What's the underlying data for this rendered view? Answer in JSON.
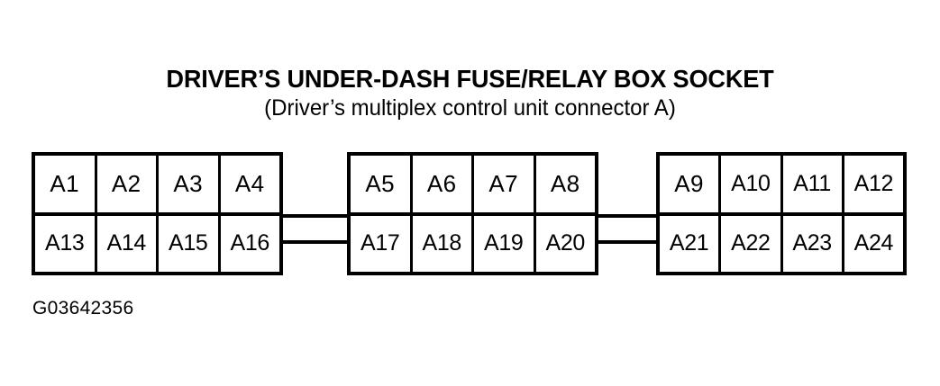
{
  "figure": {
    "title_main": "DRIVER’S UNDER-DASH FUSE/RELAY BOX SOCKET",
    "title_sub": "(Driver’s multiplex control unit connector A)",
    "caption": "G03642356",
    "ink_color": "#000000",
    "background_color": "#ffffff"
  },
  "connector": {
    "blocks": [
      {
        "id": "left",
        "top_row": [
          "A1",
          "A2",
          "A3",
          "A4"
        ],
        "bottom_row": [
          "A13",
          "A14",
          "A15",
          "A16"
        ]
      },
      {
        "id": "middle",
        "top_row": [
          "A5",
          "A6",
          "A7",
          "A8"
        ],
        "bottom_row": [
          "A17",
          "A18",
          "A19",
          "A20"
        ]
      },
      {
        "id": "right",
        "top_row": [
          "A9",
          "A10",
          "A11",
          "A12"
        ],
        "bottom_row": [
          "A21",
          "A22",
          "A23",
          "A24"
        ]
      }
    ]
  }
}
